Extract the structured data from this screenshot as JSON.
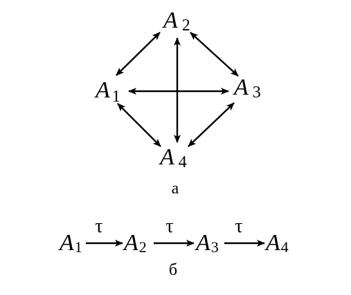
{
  "diagram_a": {
    "nodes": [
      {
        "id": "A1",
        "letter": "A",
        "sub": "1"
      },
      {
        "id": "A2",
        "letter": "A",
        "sub": "2"
      },
      {
        "id": "A3",
        "letter": "A",
        "sub": "3"
      },
      {
        "id": "A4",
        "letter": "A",
        "sub": "4"
      }
    ],
    "edges": [
      {
        "from": "A1",
        "to": "A2",
        "direction": "both"
      },
      {
        "from": "A2",
        "to": "A3",
        "direction": "both"
      },
      {
        "from": "A3",
        "to": "A4",
        "direction": "both"
      },
      {
        "from": "A4",
        "to": "A1",
        "direction": "both"
      },
      {
        "from": "A1",
        "to": "A3",
        "direction": "both"
      },
      {
        "from": "A2",
        "to": "A4",
        "direction": "both"
      }
    ],
    "caption": "а"
  },
  "diagram_b": {
    "nodes": [
      {
        "id": "A1",
        "letter": "A",
        "sub": "1"
      },
      {
        "id": "A2",
        "letter": "A",
        "sub": "2"
      },
      {
        "id": "A3",
        "letter": "A",
        "sub": "3"
      },
      {
        "id": "A4",
        "letter": "A",
        "sub": "4"
      }
    ],
    "edges": [
      {
        "from": "A1",
        "to": "A2",
        "label": "τ"
      },
      {
        "from": "A2",
        "to": "A3",
        "label": "τ"
      },
      {
        "from": "A3",
        "to": "A4",
        "label": "τ"
      }
    ],
    "caption": "б"
  },
  "colors": {
    "ink": "#000000",
    "background": "#ffffff"
  }
}
